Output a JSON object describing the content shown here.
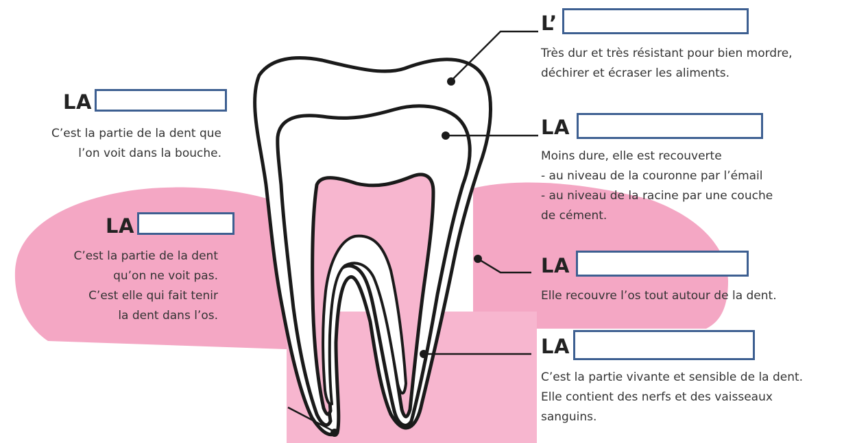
{
  "labels": {
    "crown": {
      "title": "LA",
      "answer": "",
      "lines": [
        "C’est la partie de la dent que",
        "l’on voit dans la bouche."
      ]
    },
    "root": {
      "title": "LA",
      "answer": "",
      "lines": [
        "C’est la partie de la dent",
        "qu’on ne voit pas.",
        "C’est elle qui fait tenir",
        "la dent dans l’os."
      ]
    },
    "enamel": {
      "title": "L’",
      "answer": "",
      "lines": [
        "Très dur et très résistant pour bien mordre,",
        "déchirer et écraser les aliments."
      ]
    },
    "dentin": {
      "title": "LA",
      "answer": "",
      "lines": [
        "Moins dure, elle est recouverte",
        "- au niveau de la couronne par l’émail",
        "- au niveau de la racine par une couche",
        "de cément."
      ]
    },
    "gum": {
      "title": "LA",
      "answer": "",
      "lines": [
        "Elle recouvre l’os tout autour de la dent."
      ]
    },
    "pulp": {
      "title": "LA",
      "answer": "",
      "lines": [
        "C’est la partie vivante et sensible de la dent.",
        "Elle contient des nerfs et des vaisseaux",
        "sanguins."
      ]
    }
  },
  "colors": {
    "gum_pink": "#f4a7c4",
    "bone_pink": "#f7b6cf",
    "line": "#1a1a1a",
    "box_border": "#3d5f91"
  }
}
